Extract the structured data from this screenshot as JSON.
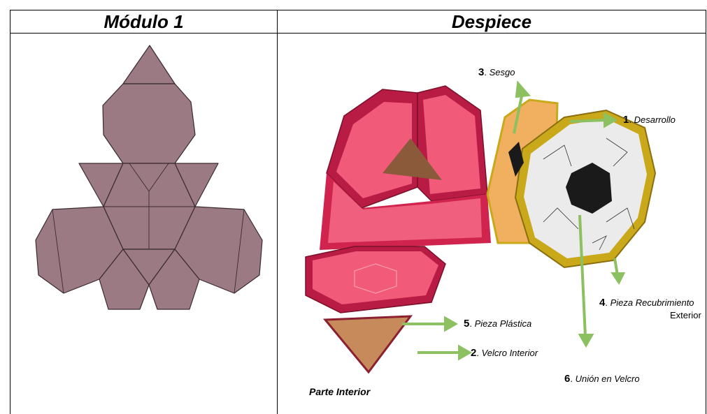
{
  "table": {
    "headers": [
      "Módulo 1",
      "Despiece"
    ]
  },
  "module_image": {
    "color": "#9c7a84",
    "edge_color": "#3a2a30"
  },
  "callouts": [
    {
      "num": "3",
      "sep": ".",
      "text": "Sesgo"
    },
    {
      "num": "1",
      "sep": ".",
      "text": "Desarrollo"
    },
    {
      "num": "4",
      "sep": ".",
      "text": "Pieza Recubrimiento",
      "text2": "Exterior"
    },
    {
      "num": "5",
      "sep": ".",
      "text": "Pieza Plástica"
    },
    {
      "num": "2",
      "sep": ".",
      "text": "Velcro Interior"
    },
    {
      "num": "6",
      "sep": ".",
      "text": "Unión en Velcro"
    }
  ],
  "caption": "Parte Interior",
  "colors": {
    "arrow": "#8cc060",
    "pink": "#f25a7a",
    "red": "#b81c44",
    "gold": "#c9a81a"
  }
}
